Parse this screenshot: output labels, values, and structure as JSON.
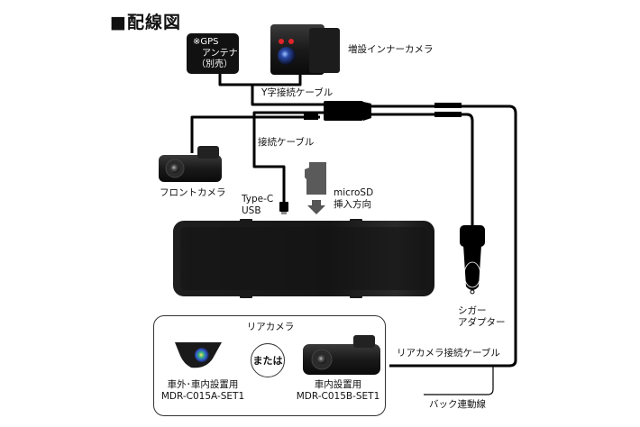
{
  "title": "■配線図",
  "gps": {
    "line1": "※GPS",
    "line2": "アンテナ",
    "line3": "（別売）"
  },
  "labels": {
    "inner_camera": "増設インナーカメラ",
    "y_cable": "Y字接続ケーブル",
    "connect_cable": "接続ケーブル",
    "front_camera": "フロントカメラ",
    "type_c": "Type-C",
    "usb": "USB",
    "microsd": "microSD",
    "microsd_dir": "挿入方向",
    "cigar_line1": "シガー",
    "cigar_line2": "アダプター",
    "rear_cable": "リアカメラ接続ケーブル",
    "back_link": "バック連動線"
  },
  "rear_camera": {
    "heading": "リアカメラ",
    "or": "または",
    "option_a": {
      "use": "車外･車内設置用",
      "model": "MDR-C015A-SET1"
    },
    "option_b": {
      "use": "車内設置用",
      "model": "MDR-C015B-SET1"
    }
  }
}
